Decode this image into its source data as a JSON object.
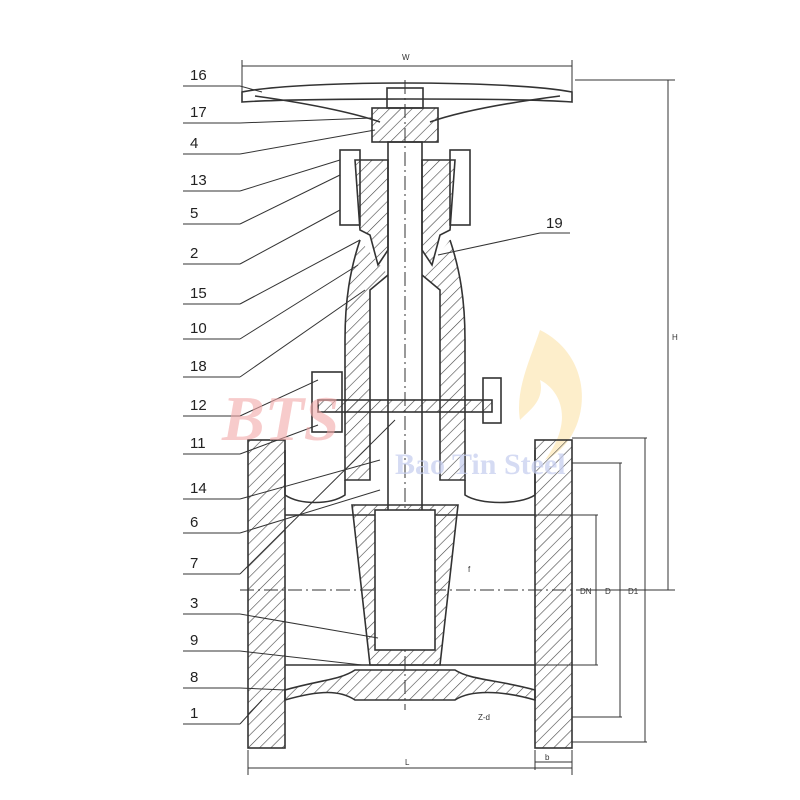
{
  "title": "Gate valve sectional drawing",
  "callouts_left": [
    "16",
    "17",
    "4",
    "13",
    "5",
    "2",
    "15",
    "10",
    "18",
    "12",
    "11",
    "14",
    "6",
    "7",
    "3",
    "9",
    "8",
    "1"
  ],
  "callout_right": "19",
  "dimensions": {
    "width": "W",
    "height": "H",
    "length": "L",
    "nominal": "DN",
    "d": "D",
    "d1": "D1",
    "bolt": "Z-d",
    "thickness": "b",
    "face": "f"
  },
  "watermark": {
    "logo": "BTS",
    "text": "Bao Tin Steel"
  },
  "colors": {
    "line": "#333333",
    "watermark_logo": "#f3a9a9",
    "watermark_text": "#c8cff0"
  }
}
